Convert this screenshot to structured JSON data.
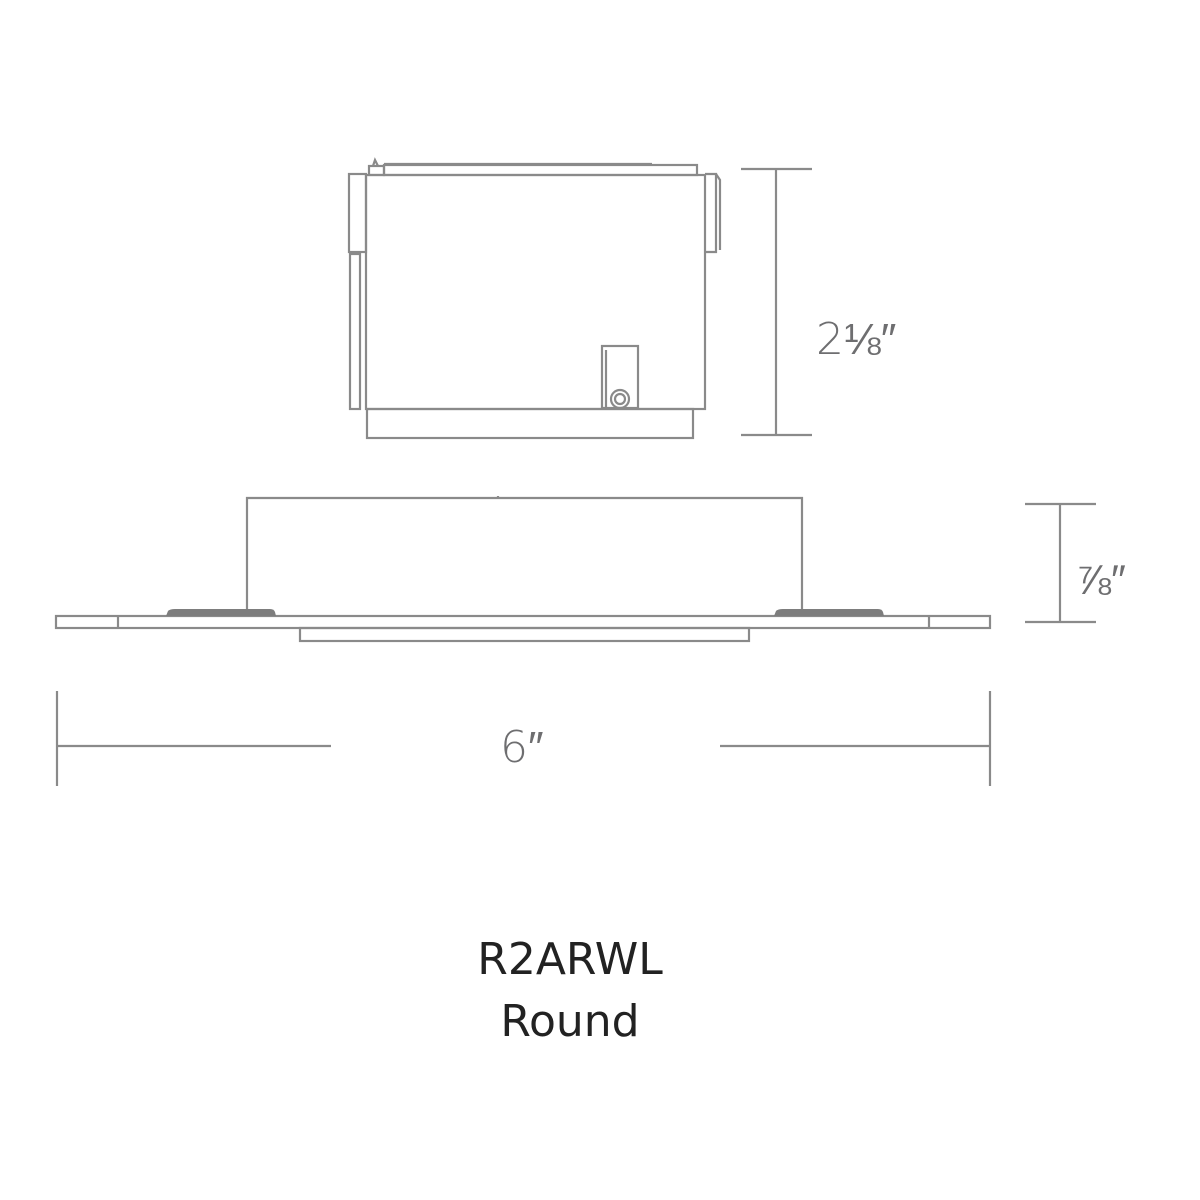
{
  "diagram": {
    "model": "R2ARWL",
    "shape": "Round",
    "dimensions": {
      "height": "2⅛″",
      "trim_depth": "⅞″",
      "width": "6″"
    },
    "views": [
      "side-view-housing",
      "side-view-trim"
    ],
    "colors": {
      "line": "#8a8a8a",
      "dim_text": "#6e6e70",
      "caption_text": "#222222",
      "gasket": "#7d7d7d",
      "background": "#ffffff"
    }
  }
}
